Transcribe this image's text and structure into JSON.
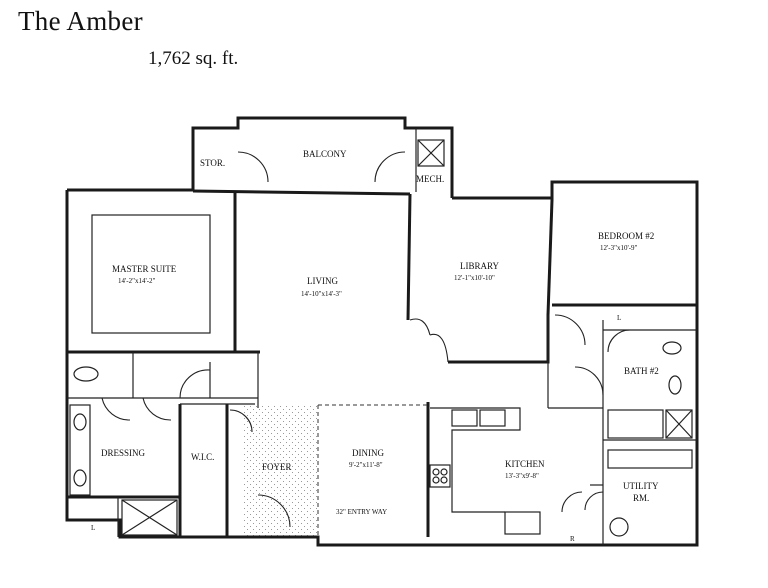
{
  "header": {
    "title": "The Amber",
    "area": "1,762 sq. ft."
  },
  "rooms": {
    "storage": {
      "name": "STOR."
    },
    "balcony": {
      "name": "BALCONY"
    },
    "mech": {
      "name": "MECH."
    },
    "master_suite": {
      "name": "MASTER SUITE",
      "dims": "14'-2\"x14'-2\""
    },
    "living": {
      "name": "LIVING",
      "dims": "14'-10\"x14'-3\""
    },
    "library": {
      "name": "LIBRARY",
      "dims": "12'-1\"x10'-10\""
    },
    "bedroom2": {
      "name": "BEDROOM #2",
      "dims": "12'-3\"x10'-9\""
    },
    "bath2": {
      "name": "BATH #2"
    },
    "dressing": {
      "name": "DRESSING"
    },
    "wic": {
      "name": "W.I.C."
    },
    "foyer": {
      "name": "FOYER"
    },
    "dining": {
      "name": "DINING",
      "dims": "9'-2\"x11'-8\""
    },
    "kitchen": {
      "name": "KITCHEN",
      "dims": "13'-3\"x9'-8\""
    },
    "utility": {
      "name": "UTILITY",
      "name2": "RM."
    }
  },
  "notes": {
    "entry": "32\" ENTRY WAY",
    "linen_l1": "L",
    "linen_l2": "L",
    "fridge_r": "R"
  }
}
